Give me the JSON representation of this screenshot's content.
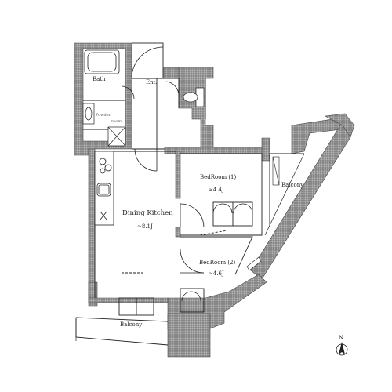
{
  "floorplan": {
    "rooms": {
      "bath": "Bath",
      "entrance": "Ent.",
      "powder_room_line1": "Powder",
      "powder_room_line2": "room",
      "dining_kitchen_name": "Dining Kitchen",
      "dining_kitchen_size": "≈8.1J",
      "bedroom1_name": "BedRoom (1)",
      "bedroom1_size": "≈4.4J",
      "bedroom2_name": "BedRoom (2)",
      "bedroom2_size": "≈4.6J",
      "balcony_right": "Balcony",
      "balcony_bottom": "Balcony"
    },
    "compass": {
      "label": "N"
    },
    "colors": {
      "wall": "#8c8c8c",
      "wall_hatch": "#6e6e6e",
      "line": "#222222"
    }
  }
}
